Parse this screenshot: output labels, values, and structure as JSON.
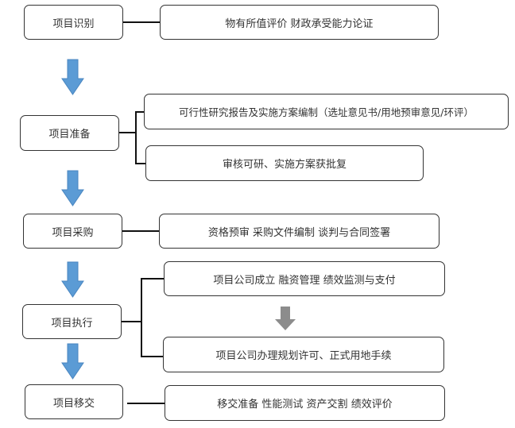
{
  "colors": {
    "arrow_main": "#5b9bd5",
    "arrow_sub": "#8c8c8c",
    "border": "#333333"
  },
  "stages": [
    {
      "label": "项目识别",
      "details": [
        "物有所值评价 财政承受能力论证"
      ]
    },
    {
      "label": "项目准备",
      "details": [
        "可行性研究报告及实施方案编制（选址意见书/用地预审意见/环评）",
        "审核可研、实施方案获批复"
      ]
    },
    {
      "label": "项目采购",
      "details": [
        "资格预审 采购文件编制 谈判与合同签署"
      ]
    },
    {
      "label": "项目执行",
      "details": [
        "项目公司成立 融资管理 绩效监测与支付",
        "项目公司办理规划许可、正式用地手续"
      ]
    },
    {
      "label": "项目移交",
      "details": [
        "移交准备 性能测试 资产交割 绩效评价"
      ]
    }
  ]
}
